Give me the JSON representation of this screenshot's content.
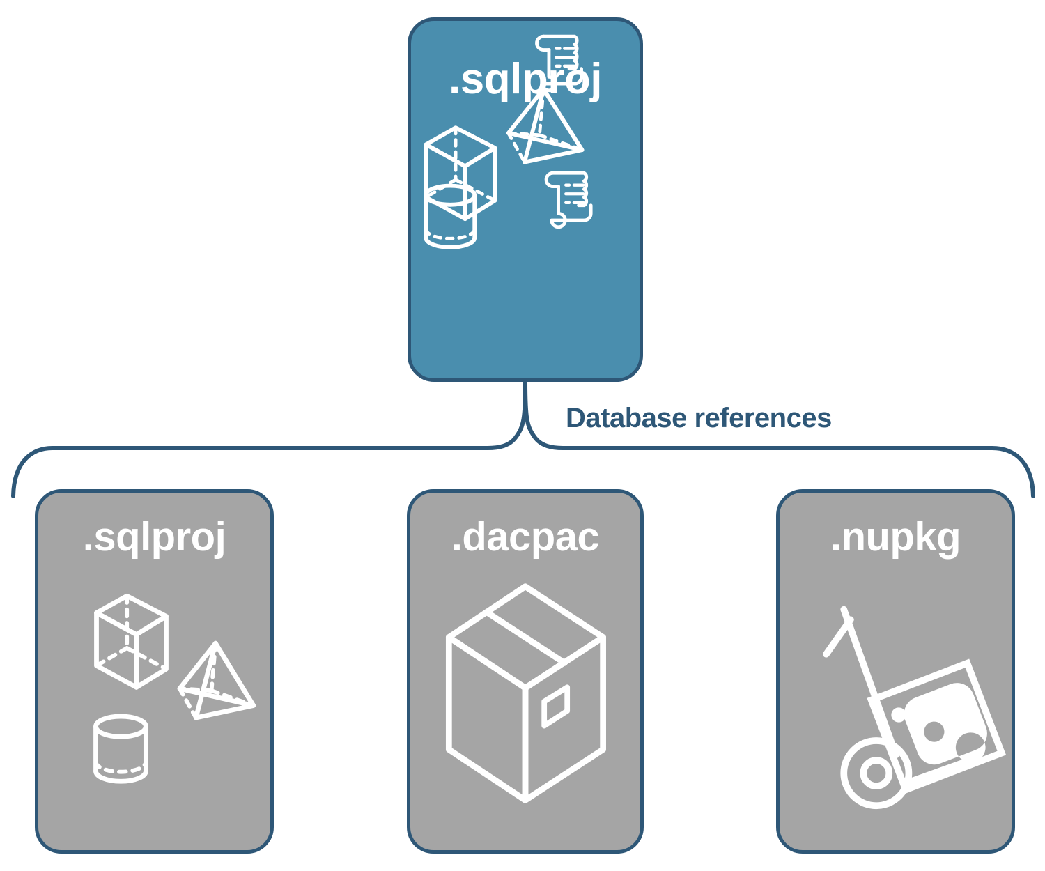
{
  "diagram": {
    "title_hidden": "",
    "colors": {
      "accent_teal": "#4A8EAE",
      "outline_navy": "#2E5777",
      "neutral_gray": "#A5A5A5",
      "icon_white": "#FFFFFF",
      "background": "#FFFFFF"
    },
    "root_node": {
      "label": ".sqlproj",
      "fill": "#4A8EAE",
      "icons": [
        "cube-icon",
        "script-scroll-icon",
        "pyramid-icon",
        "cylinder-icon",
        "script-scroll-icon"
      ]
    },
    "edge": {
      "label": "Database references",
      "style": "curly-bracket",
      "color": "#2E5777"
    },
    "children": [
      {
        "label": ".sqlproj",
        "fill": "#A5A5A5",
        "icons": [
          "cube-icon",
          "pyramid-icon",
          "cylinder-icon"
        ]
      },
      {
        "label": ".dacpac",
        "fill": "#A5A5A5",
        "icons": [
          "package-box-icon"
        ]
      },
      {
        "label": ".nupkg",
        "fill": "#A5A5A5",
        "icons": [
          "hand-truck-icon",
          "nuget-package-icon"
        ]
      }
    ]
  }
}
